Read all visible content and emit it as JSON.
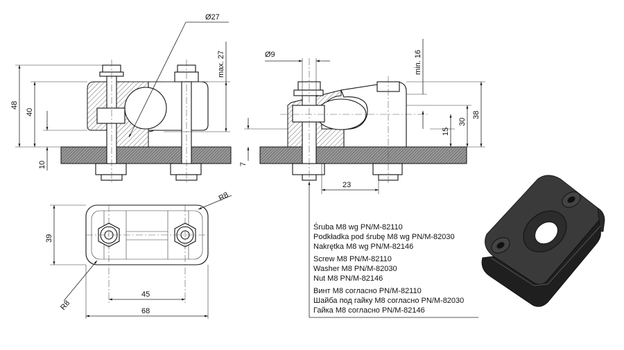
{
  "dimensions": {
    "front": {
      "pipe_dia": "Ø27",
      "max_27": "max. 27",
      "h48": "48",
      "h40": "40",
      "h10": "10"
    },
    "side": {
      "bolt_dia": "Ø9",
      "min_16": "min. 16",
      "h38": "38",
      "h30": "30",
      "h15": "15",
      "h7": "7",
      "w23": "23"
    },
    "top": {
      "r8_top": "R8",
      "r8_bottom": "R8",
      "h39": "39",
      "w45": "45",
      "w68": "68"
    }
  },
  "notes": [
    "Śruba M8 wg PN/M-82110",
    "Podkładka pod śrubę M8 wg PN/M-82030",
    "Nakrętka M8 wg PN/M-82146",
    "Screw M8  PN/M-82110",
    "Washer M8 PN/M-82030",
    "Nut M8 PN/M-82146",
    "Винт M8 согласно PN/M-82110",
    "Шайба под гайку M8 согласно PN/M-82030",
    "Гайка M8 согласно PN/M-82146"
  ],
  "colors": {
    "line": "#111111",
    "render_body": "#2a2a2a",
    "render_edge": "#555555"
  }
}
